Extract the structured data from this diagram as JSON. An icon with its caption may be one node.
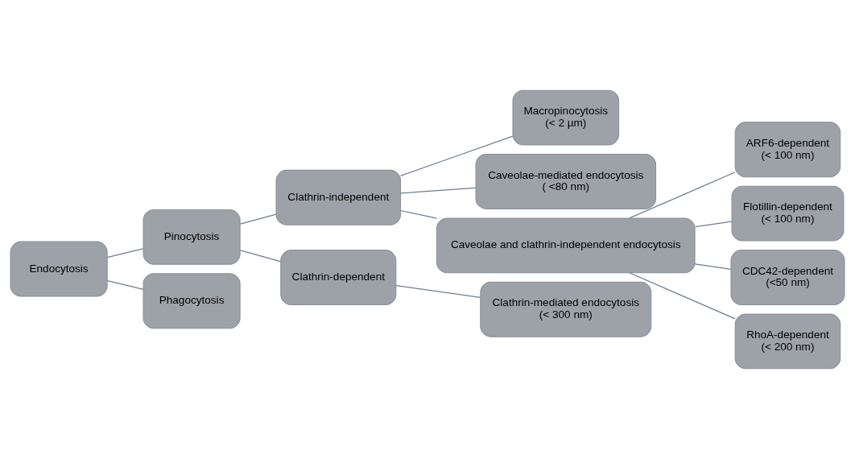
{
  "diagram": {
    "nodes": [
      {
        "text": [
          "Endocytosis"
        ]
      },
      {
        "text": [
          "Pinocytosis"
        ]
      },
      {
        "text": [
          "Phagocytosis"
        ]
      },
      {
        "text": [
          "Clathrin-independent"
        ]
      },
      {
        "text": [
          "Clathrin-dependent"
        ]
      },
      {
        "text": [
          "Macropinocytosis",
          "(< 2 µm)"
        ]
      },
      {
        "text": [
          "Caveolae-mediated endocytosis",
          "( <80 nm)"
        ]
      },
      {
        "text": [
          "Caveolae and clathrin-independent endocytosis"
        ]
      },
      {
        "text": [
          "Clathrin-mediated endocytosis",
          "(< 300 nm)"
        ]
      },
      {
        "text": [
          "ARF6-dependent",
          "(< 100 nm)"
        ]
      },
      {
        "text": [
          "Flotillin-dependent",
          "(< 100 nm)"
        ]
      },
      {
        "text": [
          "CDC42-dependent",
          "(<50 nm)"
        ]
      },
      {
        "text": [
          "RhoA-dependent",
          "(< 200 nm)"
        ]
      }
    ],
    "edges": [
      {
        "from": 0,
        "to": 1,
        "arrow": "none"
      },
      {
        "from": 0,
        "to": 2,
        "arrow": "none"
      },
      {
        "from": 1,
        "to": 3,
        "arrow": "none"
      },
      {
        "from": 1,
        "to": 4,
        "arrow": "none"
      },
      {
        "from": 3,
        "to": 5,
        "arrow": "none"
      },
      {
        "from": 3,
        "to": 6,
        "arrow": "none"
      },
      {
        "from": 3,
        "to": 7,
        "arrow": "none"
      },
      {
        "from": 4,
        "to": 8,
        "arrow": "none"
      },
      {
        "from": 7,
        "to": 9,
        "arrow": "none"
      },
      {
        "from": 7,
        "to": 10,
        "arrow": "none"
      },
      {
        "from": 7,
        "to": 11,
        "arrow": "none"
      },
      {
        "from": 7,
        "to": 12,
        "arrow": "none"
      }
    ]
  }
}
